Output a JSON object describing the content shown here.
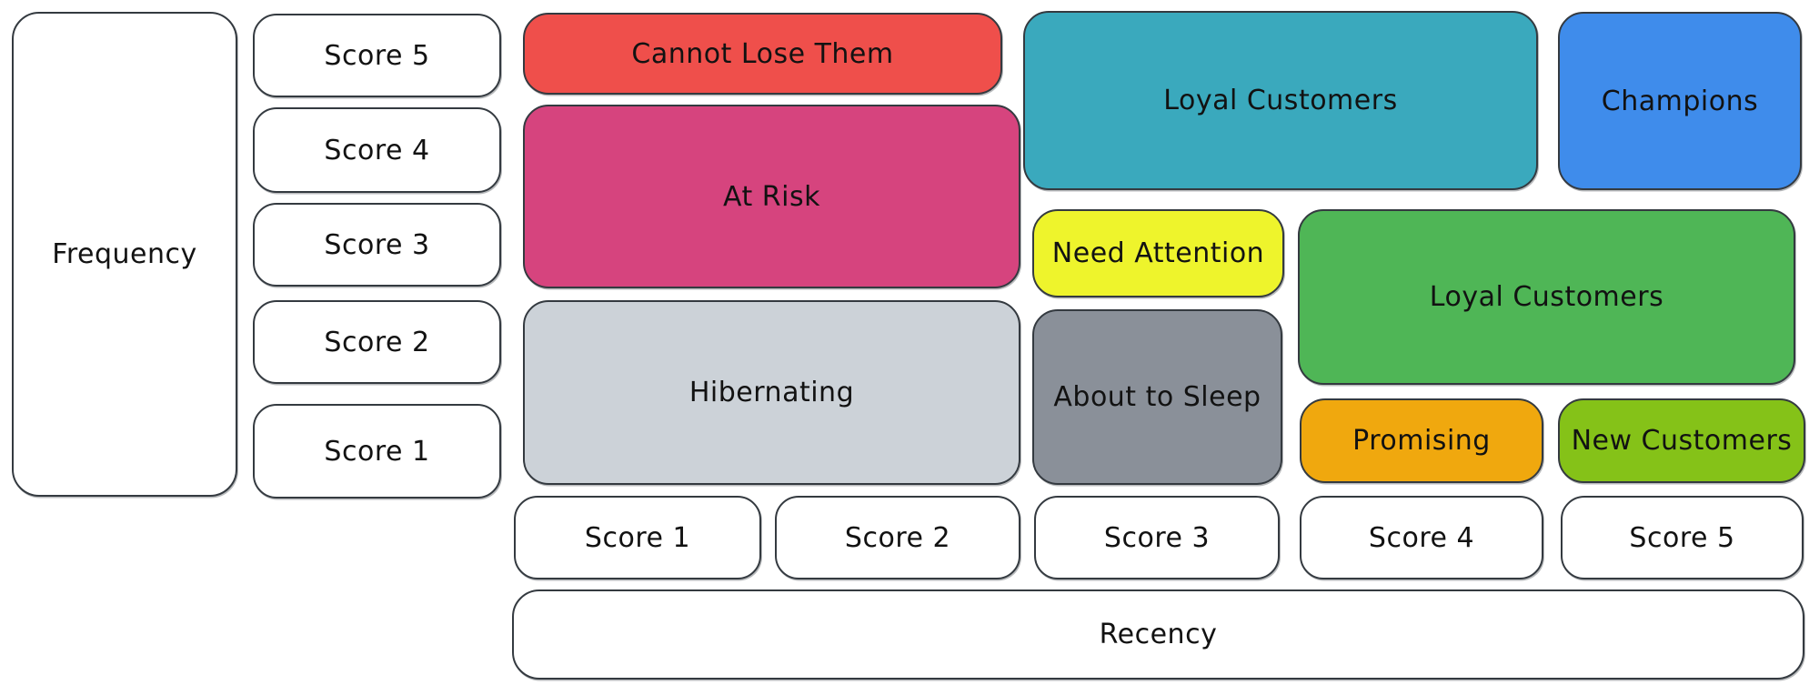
{
  "axes": {
    "frequency": {
      "label": "Frequency",
      "scores": [
        "Score 5",
        "Score 4",
        "Score 3",
        "Score 2",
        "Score 1"
      ]
    },
    "recency": {
      "label": "Recency",
      "scores": [
        "Score 1",
        "Score 2",
        "Score 3",
        "Score 4",
        "Score 5"
      ]
    }
  },
  "segments": {
    "cannot_lose_them": {
      "label": "Cannot Lose Them",
      "color": "#ef4f4b"
    },
    "at_risk": {
      "label": "At Risk",
      "color": "#d6447e"
    },
    "hibernating": {
      "label": "Hibernating",
      "color": "#ccd2d8"
    },
    "loyal_customers_top": {
      "label": "Loyal Customers",
      "color": "#3aa9bd"
    },
    "champions": {
      "label": "Champions",
      "color": "#3f8ceb"
    },
    "need_attention": {
      "label": "Need Attention",
      "color": "#eef42c"
    },
    "loyal_customers_right": {
      "label": "Loyal Customers",
      "color": "#4fb656"
    },
    "about_to_sleep": {
      "label": "About to Sleep",
      "color": "#8a9099"
    },
    "promising": {
      "label": "Promising",
      "color": "#f0a80e"
    },
    "new_customers": {
      "label": "New Customers",
      "color": "#85c218"
    }
  },
  "style": {
    "box_background": "#ffffff",
    "border_color": "#343a40",
    "text_color": "#121212"
  }
}
